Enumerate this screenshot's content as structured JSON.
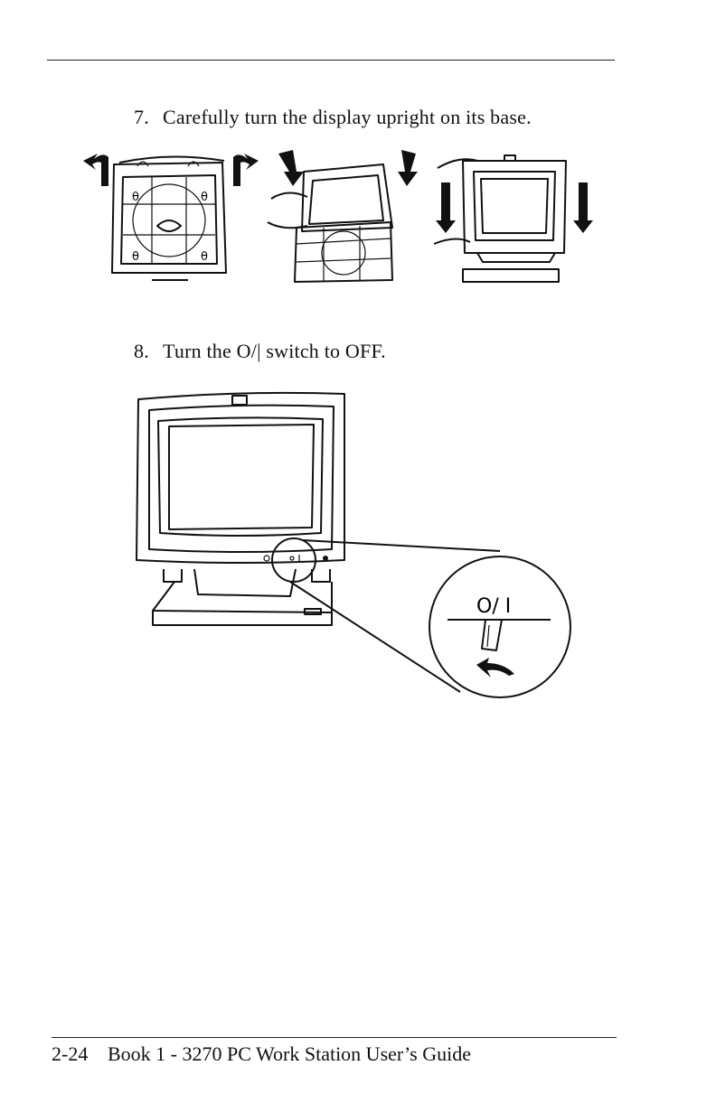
{
  "steps": [
    {
      "number": "7.",
      "text": "Carefully turn the display upright on its base."
    },
    {
      "number": "8.",
      "text": "Turn the O/| switch to OFF."
    }
  ],
  "callout": {
    "switch_label": "O/ I"
  },
  "footer": {
    "page": "2-24",
    "title": "Book 1 - 3270 PC Work Station User’s Guide"
  },
  "icons": [
    "curved-arrow-icon",
    "down-arrow-icon",
    "rotate-arrow-icon"
  ]
}
